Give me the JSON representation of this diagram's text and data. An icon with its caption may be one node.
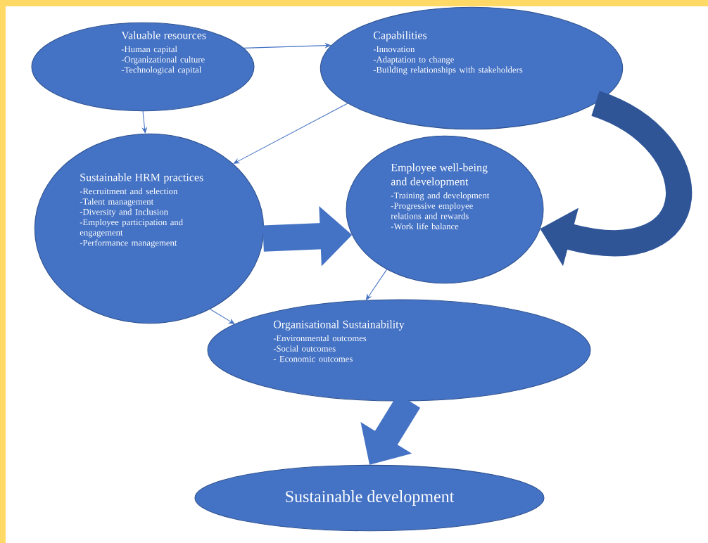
{
  "diagram": {
    "nodes": [
      {
        "text": [
          "Valuable resources",
          "-Human capital",
          "-Organizational culture",
          "-Technological capital"
        ]
      },
      {
        "text": [
          "Capabilities",
          "-Innovation",
          "-Adaptation to change",
          "-Building relationships with stakeholders"
        ]
      },
      {
        "text": [
          "Sustainable HRM practices",
          "-Recruitment and selection",
          "-Talent management",
          "-Diversity and Inclusion",
          "-Employee participation and engagement",
          "-Performance management"
        ]
      },
      {
        "text": [
          "Employee well-being and development",
          "-Training and development",
          "-Progressive employee relations and rewards",
          "-Work life balance"
        ]
      },
      {
        "text": [
          "Organisational Sustainability",
          "-Environmental outcomes",
          "-Social outcomes",
          "- Economic outcomes"
        ]
      },
      {
        "text": [
          "Sustainable development"
        ]
      }
    ],
    "edges": [
      {
        "from": 0,
        "to": 1,
        "arrow": "to"
      },
      {
        "from": 0,
        "to": 2,
        "arrow": "to"
      },
      {
        "from": 1,
        "to": 2,
        "arrow": "to"
      },
      {
        "from": 2,
        "to": 3,
        "arrow": "to",
        "style": "thick"
      },
      {
        "from": 1,
        "to": 3,
        "arrow": "to",
        "style": "thick",
        "color": "#2f5597"
      },
      {
        "from": 2,
        "to": 4,
        "arrow": "to"
      },
      {
        "from": 3,
        "to": 4,
        "arrow": "to"
      },
      {
        "from": 4,
        "to": 5,
        "arrow": "to",
        "style": "thick"
      }
    ]
  }
}
